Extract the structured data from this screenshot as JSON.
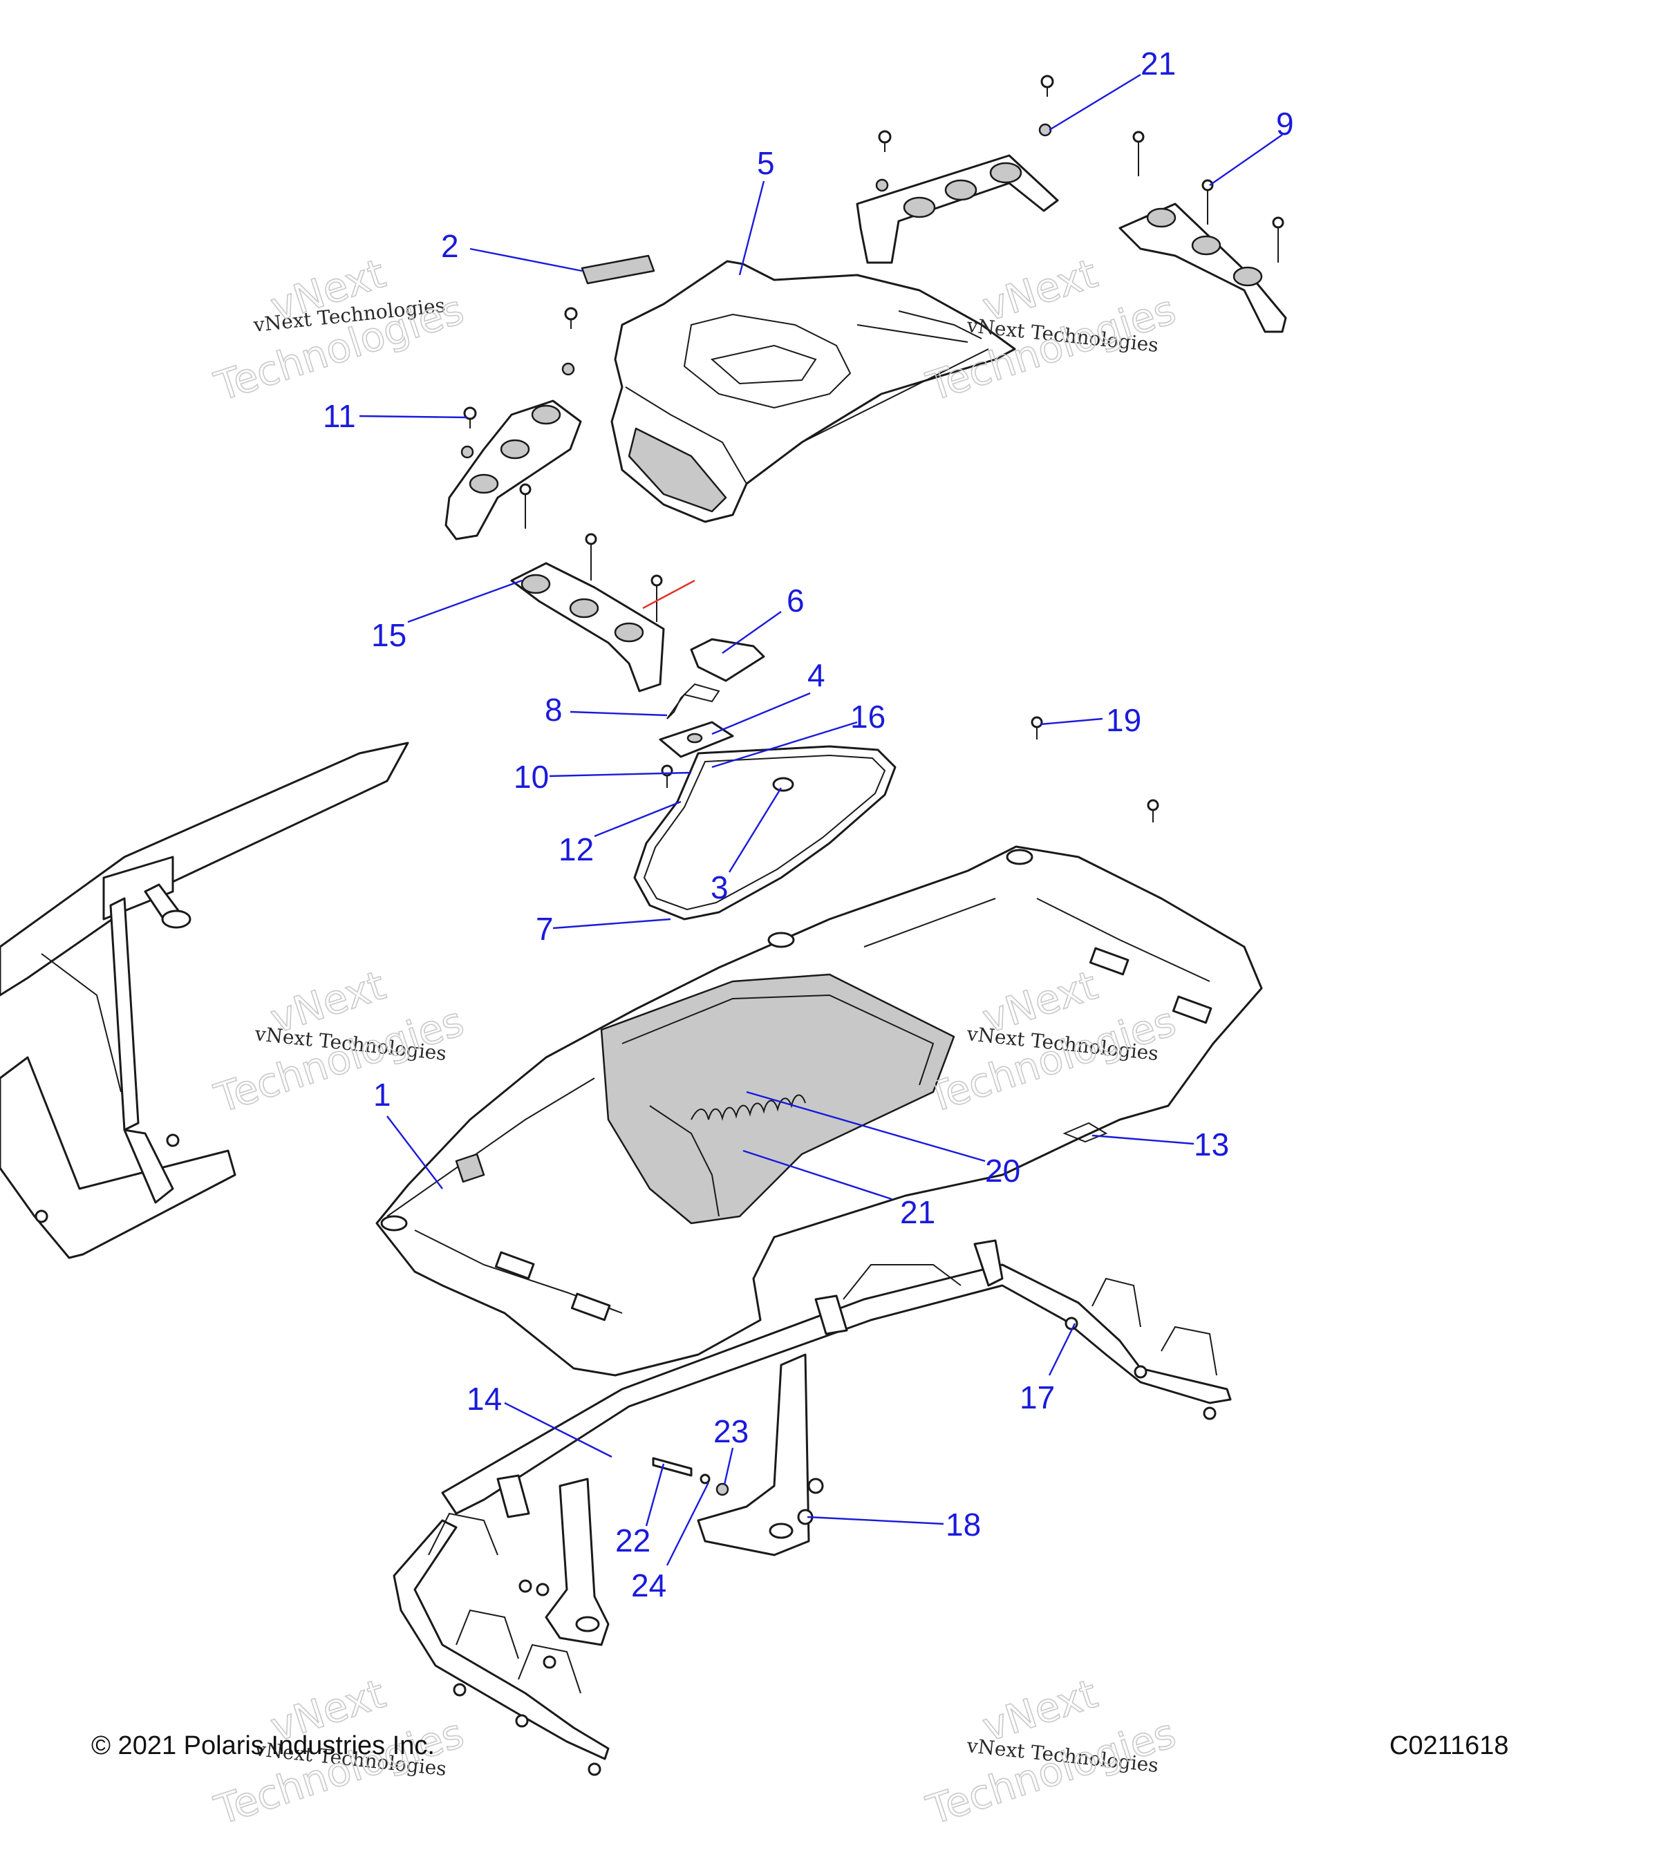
{
  "callouts": [
    {
      "id": "21",
      "label": "21"
    },
    {
      "id": "9",
      "label": "9"
    },
    {
      "id": "5",
      "label": "5"
    },
    {
      "id": "2",
      "label": "2"
    },
    {
      "id": "11",
      "label": "11"
    },
    {
      "id": "15",
      "label": "15"
    },
    {
      "id": "6",
      "label": "6"
    },
    {
      "id": "4",
      "label": "4"
    },
    {
      "id": "8",
      "label": "8"
    },
    {
      "id": "16",
      "label": "16"
    },
    {
      "id": "19",
      "label": "19"
    },
    {
      "id": "10",
      "label": "10"
    },
    {
      "id": "12",
      "label": "12"
    },
    {
      "id": "3",
      "label": "3"
    },
    {
      "id": "7",
      "label": "7"
    },
    {
      "id": "1",
      "label": "1"
    },
    {
      "id": "20",
      "label": "20"
    },
    {
      "id": "21b",
      "label": "21"
    },
    {
      "id": "13",
      "label": "13"
    },
    {
      "id": "14",
      "label": "14"
    },
    {
      "id": "17",
      "label": "17"
    },
    {
      "id": "23",
      "label": "23"
    },
    {
      "id": "22",
      "label": "22"
    },
    {
      "id": "24",
      "label": "24"
    },
    {
      "id": "18",
      "label": "18"
    }
  ],
  "watermark": {
    "line1": "vNext Technologies",
    "line2": "vNext",
    "line3": "Technologies"
  },
  "footer": {
    "copyright": "© 2021 Polaris Industries Inc.",
    "code": "C0211618"
  },
  "colors": {
    "callout": "#1a1adc",
    "leader": "#1a1adc",
    "accent_line": "#e0342c",
    "line_art": "#1a1a1a",
    "shade": "#c8c8c8"
  }
}
